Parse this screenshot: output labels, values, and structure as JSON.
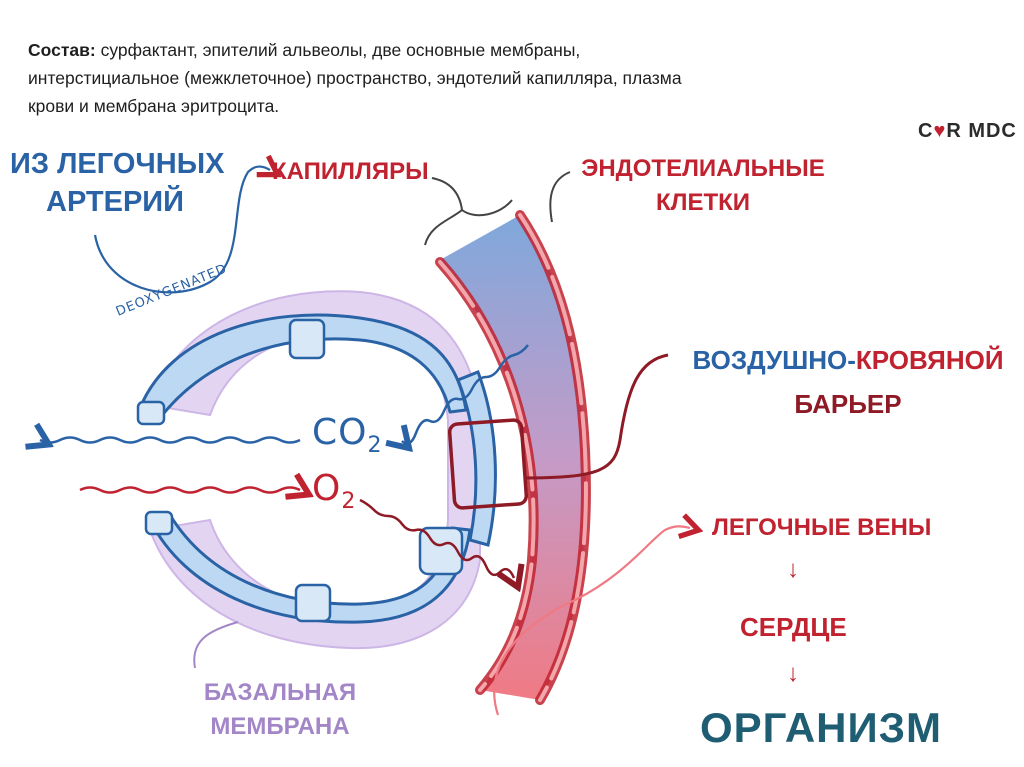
{
  "header": {
    "label": "Состав:",
    "text": "сурфактант, эпителий альвеолы, две основные мембраны, интерстициальное (межклеточное) пространство, эндотелий капилляра, плазма крови и мембрана эритроцита."
  },
  "logo": {
    "prefix": "C",
    "heart": "♥",
    "suffix": "R MDC"
  },
  "labels": {
    "from_arteries_1": "ИЗ ЛЕГОЧНЫХ",
    "from_arteries_2": "АРТЕРИЙ",
    "deoxygenated": "DEOXYGENATED",
    "capillaries": "КАПИЛЛЯРЫ",
    "endothelial_1": "ЭНДОТЕЛИАЛЬНЫЕ",
    "endothelial_2": "КЛЕТКИ",
    "barrier_air": "ВОЗДУШНО-",
    "barrier_blood": "КРОВЯНОЙ",
    "barrier_2": "БАРЬЕР",
    "pulmonary_veins": "ЛЕГОЧНЫЕ ВЕНЫ",
    "heart": "СЕРДЦЕ",
    "organism": "ОРГАНИЗМ",
    "basal_1": "БАЗАЛЬНАЯ",
    "basal_2": "МЕМБРАНА",
    "co2_base": "CO",
    "co2_sub": "2",
    "o2_base": "O",
    "o2_sub": "2",
    "arrow_down_1": "↓",
    "arrow_down_2": "↓"
  },
  "colors": {
    "blue": "#2a62a6",
    "red": "#c0222f",
    "dark_red": "#8e1a26",
    "purple": "#a386c7",
    "teal": "#1f5d73",
    "capillary_top": "#7fa8dc",
    "capillary_bottom": "#f07a84",
    "alveolus_wall": "#bcd8f2",
    "basal_membrane": "#cdb6e6"
  }
}
